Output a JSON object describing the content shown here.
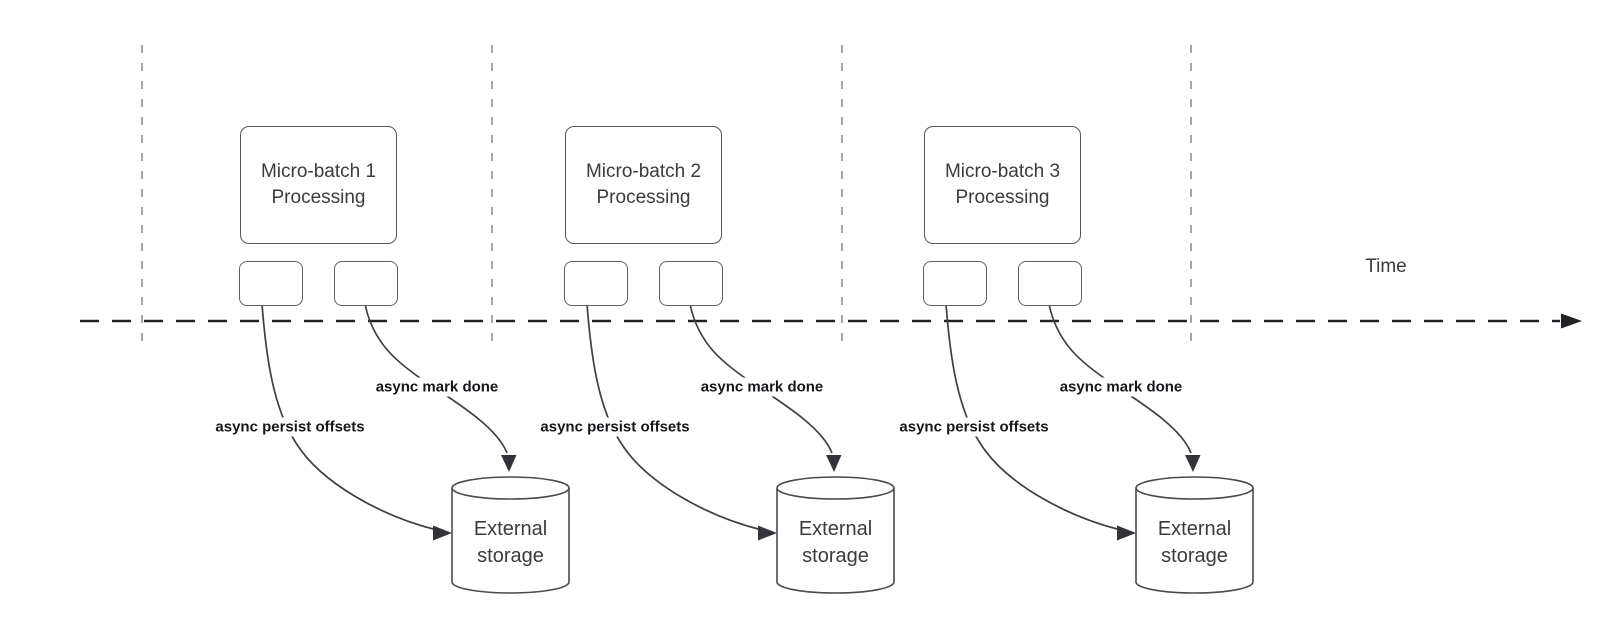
{
  "timeline": {
    "label": "Time"
  },
  "sections": [
    {
      "processing_line1": "Micro-batch 1",
      "processing_line2": "Processing",
      "persist_label": "async persist offsets",
      "mark_label": "async mark done",
      "storage_line1": "External",
      "storage_line2": "storage"
    },
    {
      "processing_line1": "Micro-batch 2",
      "processing_line2": "Processing",
      "persist_label": "async persist offsets",
      "mark_label": "async mark done",
      "storage_line1": "External",
      "storage_line2": "storage"
    },
    {
      "processing_line1": "Micro-batch 3",
      "processing_line2": "Processing",
      "persist_label": "async persist offsets",
      "mark_label": "async mark done",
      "storage_line1": "External",
      "storage_line2": "storage"
    }
  ],
  "colors": {
    "background": "#ffffff",
    "box_border": "#55555c",
    "arrow_stroke": "#3f3f46",
    "timeline_stroke": "#222226",
    "boundary_line": "#a6a6a6",
    "label_text": "#17171b",
    "body_text": "#3b3b40"
  }
}
